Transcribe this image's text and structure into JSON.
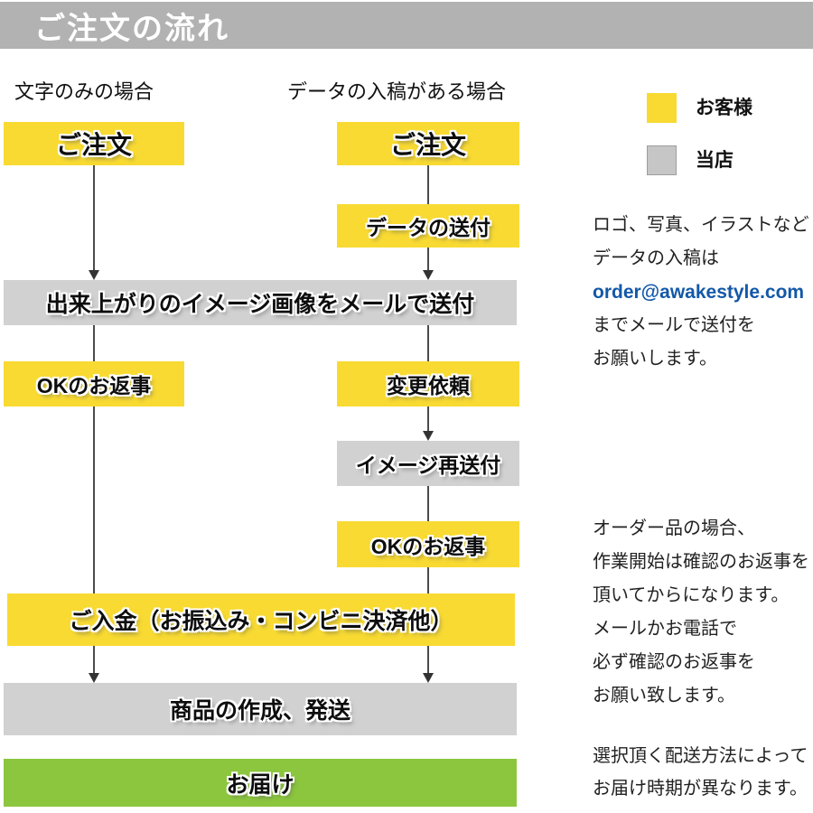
{
  "header": {
    "title": "ご注文の流れ"
  },
  "columns": {
    "left_label": "文字のみの場合",
    "right_label": "データの入稿がある場合"
  },
  "legend": {
    "customer": {
      "label": "お客様",
      "color": "#f8da32"
    },
    "shop": {
      "label": "当店",
      "color": "#c6c6c6"
    }
  },
  "flow": {
    "order_left": "ご注文",
    "order_right": "ご注文",
    "data_send": "データの送付",
    "image_mail": "出来上がりのイメージ画像をメールで送付",
    "ok_reply_left": "OKのお返事",
    "change_request": "変更依頼",
    "image_resend": "イメージ再送付",
    "ok_reply_right": "OKのお返事",
    "payment": "ご入金（お振込み・コンビニ決済他）",
    "production": "商品の作成、発送",
    "delivery": "お届け"
  },
  "notes": {
    "submission": {
      "line1": "ロゴ、写真、イラストなど",
      "line2": "データの入稿は",
      "email": "order@awakestyle.com",
      "line3": "までメールで送付を",
      "line4": "お願いします。"
    },
    "confirmation": {
      "line1": "オーダー品の場合、",
      "line2": "作業開始は確認のお返事を",
      "line3": "頂いてからになります。",
      "line4": "メールかお電話で",
      "line5": "必ず確認のお返事を",
      "line6": "お願い致します。"
    },
    "shipping": {
      "line1": "選択頂く配送方法によって",
      "line2": "お届け時期が異なります。"
    }
  },
  "colors": {
    "customer_yellow": "#f8da32",
    "shop_gray": "#d1d1d1",
    "header_gray": "#b2b2b2",
    "delivery_green": "#8cc63e",
    "email_blue": "#1358a8",
    "line_gray": "#4b4b4b"
  }
}
